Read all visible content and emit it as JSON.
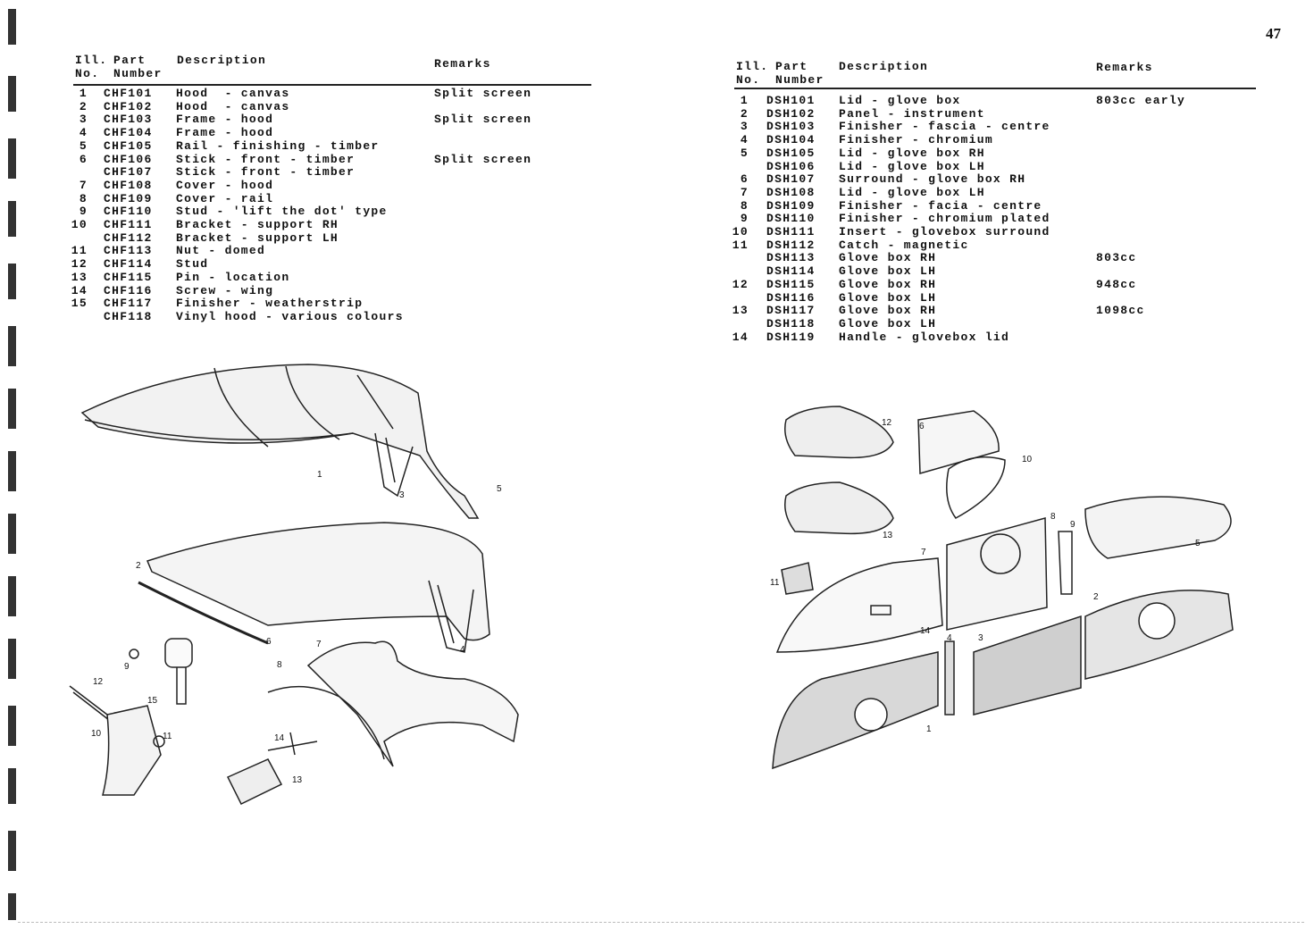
{
  "page_number": "47",
  "left_table": {
    "headers": {
      "ill_no_1": "Ill.",
      "ill_no_2": "No.",
      "part_1": "Part",
      "part_2": "Number",
      "description": "Description",
      "remarks": "Remarks"
    },
    "rows": [
      {
        "no": "1",
        "part": "CHF101",
        "desc": "Hood  - canvas",
        "remarks": "Split screen"
      },
      {
        "no": "2",
        "part": "CHF102",
        "desc": "Hood  - canvas",
        "remarks": ""
      },
      {
        "no": "3",
        "part": "CHF103",
        "desc": "Frame - hood",
        "remarks": "Split screen"
      },
      {
        "no": "4",
        "part": "CHF104",
        "desc": "Frame - hood",
        "remarks": ""
      },
      {
        "no": "5",
        "part": "CHF105",
        "desc": "Rail - finishing - timber",
        "remarks": ""
      },
      {
        "no": "6",
        "part": "CHF106",
        "desc": "Stick - front - timber",
        "remarks": "Split screen"
      },
      {
        "no": "",
        "part": "CHF107",
        "desc": "Stick - front - timber",
        "remarks": ""
      },
      {
        "no": "7",
        "part": "CHF108",
        "desc": "Cover - hood",
        "remarks": ""
      },
      {
        "no": "8",
        "part": "CHF109",
        "desc": "Cover - rail",
        "remarks": ""
      },
      {
        "no": "9",
        "part": "CHF110",
        "desc": "Stud - 'lift the dot' type",
        "remarks": ""
      },
      {
        "no": "10",
        "part": "CHF111",
        "desc": "Bracket - support RH",
        "remarks": ""
      },
      {
        "no": "",
        "part": "CHF112",
        "desc": "Bracket - support LH",
        "remarks": ""
      },
      {
        "no": "11",
        "part": "CHF113",
        "desc": "Nut - domed",
        "remarks": ""
      },
      {
        "no": "12",
        "part": "CHF114",
        "desc": "Stud",
        "remarks": ""
      },
      {
        "no": "13",
        "part": "CHF115",
        "desc": "Pin - location",
        "remarks": ""
      },
      {
        "no": "14",
        "part": "CHF116",
        "desc": "Screw - wing",
        "remarks": ""
      },
      {
        "no": "15",
        "part": "CHF117",
        "desc": "Finisher - weatherstrip",
        "remarks": ""
      },
      {
        "no": "",
        "part": "CHF118",
        "desc": "Vinyl hood - various colours",
        "remarks": ""
      }
    ]
  },
  "right_table": {
    "headers": {
      "ill_no_1": "Ill.",
      "ill_no_2": "No.",
      "part_1": "Part",
      "part_2": "Number",
      "description": "Description",
      "remarks": "Remarks"
    },
    "rows": [
      {
        "no": "1",
        "part": "DSH101",
        "desc": "Lid - glove box",
        "remarks": "803cc early"
      },
      {
        "no": "2",
        "part": "DSH102",
        "desc": "Panel - instrument",
        "remarks": ""
      },
      {
        "no": "3",
        "part": "DSH103",
        "desc": "Finisher - fascia - centre",
        "remarks": ""
      },
      {
        "no": "4",
        "part": "DSH104",
        "desc": "Finisher - chromium",
        "remarks": ""
      },
      {
        "no": "5",
        "part": "DSH105",
        "desc": "Lid - glove box RH",
        "remarks": ""
      },
      {
        "no": "",
        "part": "DSH106",
        "desc": "Lid - glove box LH",
        "remarks": ""
      },
      {
        "no": "6",
        "part": "DSH107",
        "desc": "Surround - glove box RH",
        "remarks": ""
      },
      {
        "no": "7",
        "part": "DSH108",
        "desc": "Lid - glove box LH",
        "remarks": ""
      },
      {
        "no": "8",
        "part": "DSH109",
        "desc": "Finisher - facia - centre",
        "remarks": ""
      },
      {
        "no": "9",
        "part": "DSH110",
        "desc": "Finisher - chromium plated",
        "remarks": ""
      },
      {
        "no": "10",
        "part": "DSH111",
        "desc": "Insert - glovebox surround",
        "remarks": ""
      },
      {
        "no": "11",
        "part": "DSH112",
        "desc": "Catch - magnetic",
        "remarks": ""
      },
      {
        "no": "",
        "part": "DSH113",
        "desc": "Glove box RH",
        "remarks": "803cc"
      },
      {
        "no": "",
        "part": "DSH114",
        "desc": "Glove box LH",
        "remarks": ""
      },
      {
        "no": "12",
        "part": "DSH115",
        "desc": "Glove box RH",
        "remarks": "948cc"
      },
      {
        "no": "",
        "part": "DSH116",
        "desc": "Glove box LH",
        "remarks": ""
      },
      {
        "no": "13",
        "part": "DSH117",
        "desc": "Glove box RH",
        "remarks": "1098cc"
      },
      {
        "no": "",
        "part": "DSH118",
        "desc": "Glove box LH",
        "remarks": ""
      },
      {
        "no": "14",
        "part": "DSH119",
        "desc": "Handle - glovebox lid",
        "remarks": ""
      }
    ]
  },
  "left_callouts": [
    "1",
    "3",
    "5",
    "2",
    "6",
    "4",
    "7",
    "8",
    "9",
    "12",
    "15",
    "10",
    "11",
    "14",
    "13"
  ],
  "right_callouts": [
    "12",
    "6",
    "10",
    "13",
    "8",
    "9",
    "7",
    "5",
    "11",
    "2",
    "14",
    "4",
    "3",
    "1"
  ]
}
